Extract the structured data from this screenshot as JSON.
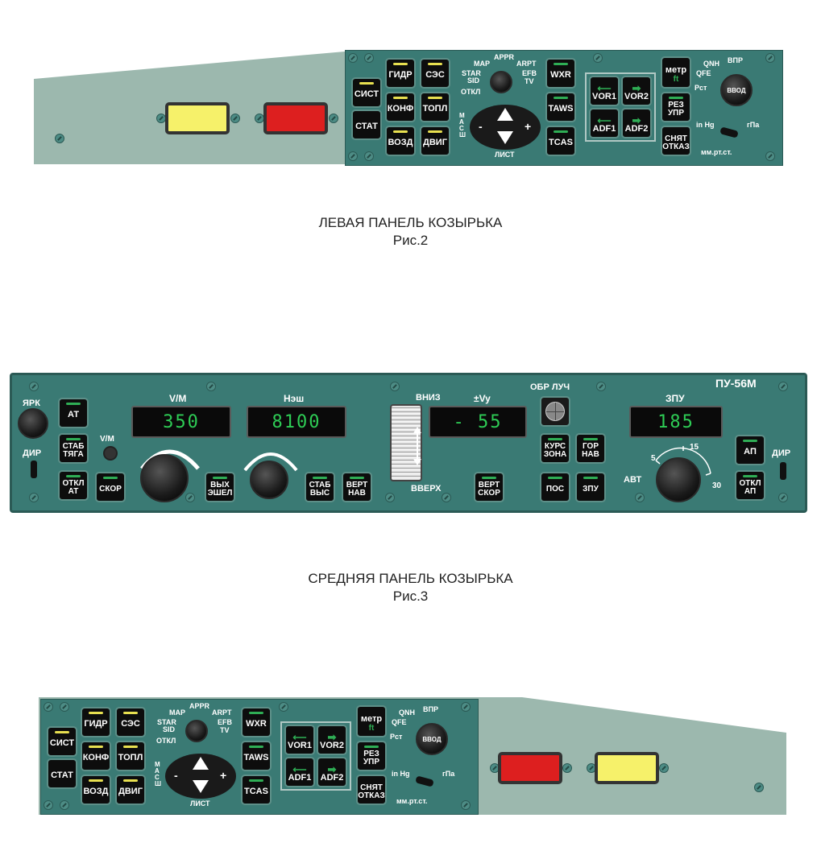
{
  "captions": {
    "left_title": "ЛЕВАЯ ПАНЕЛЬ КОЗЫРЬКА",
    "left_fig": "Рис.2",
    "middle_title": "СРЕДНЯЯ ПАНЕЛЬ КОЗЫРЬКА",
    "middle_fig": "Рис.3"
  },
  "efis": {
    "sist": "СИСТ",
    "stat": "СТАТ",
    "gidr": "ГИДР",
    "ses": "СЭС",
    "konf": "КОНФ",
    "topl": "ТОПЛ",
    "vozd": "ВОЗД",
    "dvig": "ДВИГ",
    "wxr": "WXR",
    "taws": "TAWS",
    "tcas": "TCAS",
    "vor1": "VOR1",
    "vor2": "VOR2",
    "adf1": "ADF1",
    "adf2": "ADF2",
    "metr": "метр",
    "ft": "ft",
    "rez_upr": "РЕЗ УПР",
    "snyat_otkaz": "СНЯТ ОТКАЗ",
    "vvod": "ВВОД",
    "qnh": "QNH",
    "qfe": "QFE",
    "vpr": "ВПР",
    "rst": "Рст",
    "inhg": "in Hg",
    "gpa": "гПа",
    "mmrt": "мм.рт.ст.",
    "map": "MAP",
    "appr": "APPR",
    "arpt": "ARPT",
    "star": "STAR",
    "sid": "SID",
    "efb": "EFB",
    "tv": "TV",
    "otkl": "ОТКЛ",
    "masshtab": "М А С Ш",
    "list": "ЛИСТ",
    "minus": "-",
    "plus": "+"
  },
  "fcp": {
    "title": "ПУ-56М",
    "yark": "ЯРК",
    "dir": "ДИР",
    "at": "АТ",
    "stab_tyaga": "СТАБ ТЯГА",
    "vm_small": "V/M",
    "otkl_at": "ОТКЛ АТ",
    "skor": "СКОР",
    "vm_label": "V/M",
    "vm_value": "350",
    "nesh_label": "Нэш",
    "nesh_value": "8100",
    "vyh_eshel": "ВЫХ ЭШЕЛ",
    "stab_vys": "СТАБ ВЫС",
    "vert_nav": "ВЕРТ НАВ",
    "vniz": "ВНИЗ",
    "vverh": "ВВЕРХ",
    "vy_label": "±Vy",
    "vy_value": "- 55",
    "vert_skor": "ВЕРТ СКОР",
    "obr_luch": "ОБР ЛУЧ",
    "kurs_zona": "КУРС ЗОНА",
    "gor_nav": "ГОР НАВ",
    "pos": "ПОС",
    "zpu_btn": "ЗПУ",
    "zpu_label": "ЗПУ",
    "zpu_value": "185",
    "avt": "АВТ",
    "scale5": "5",
    "scale15": "15",
    "scale30": "30",
    "ap": "АП",
    "otkl_ap": "ОТКЛ АП"
  },
  "colors": {
    "panel": "#3a7a74",
    "gray": "#9cb8ae",
    "lamp_yellow": "#f6f16a",
    "lamp_red": "#dd1f1f",
    "indicator_green": "#2fae55",
    "indicator_yellow": "#e8e050"
  }
}
